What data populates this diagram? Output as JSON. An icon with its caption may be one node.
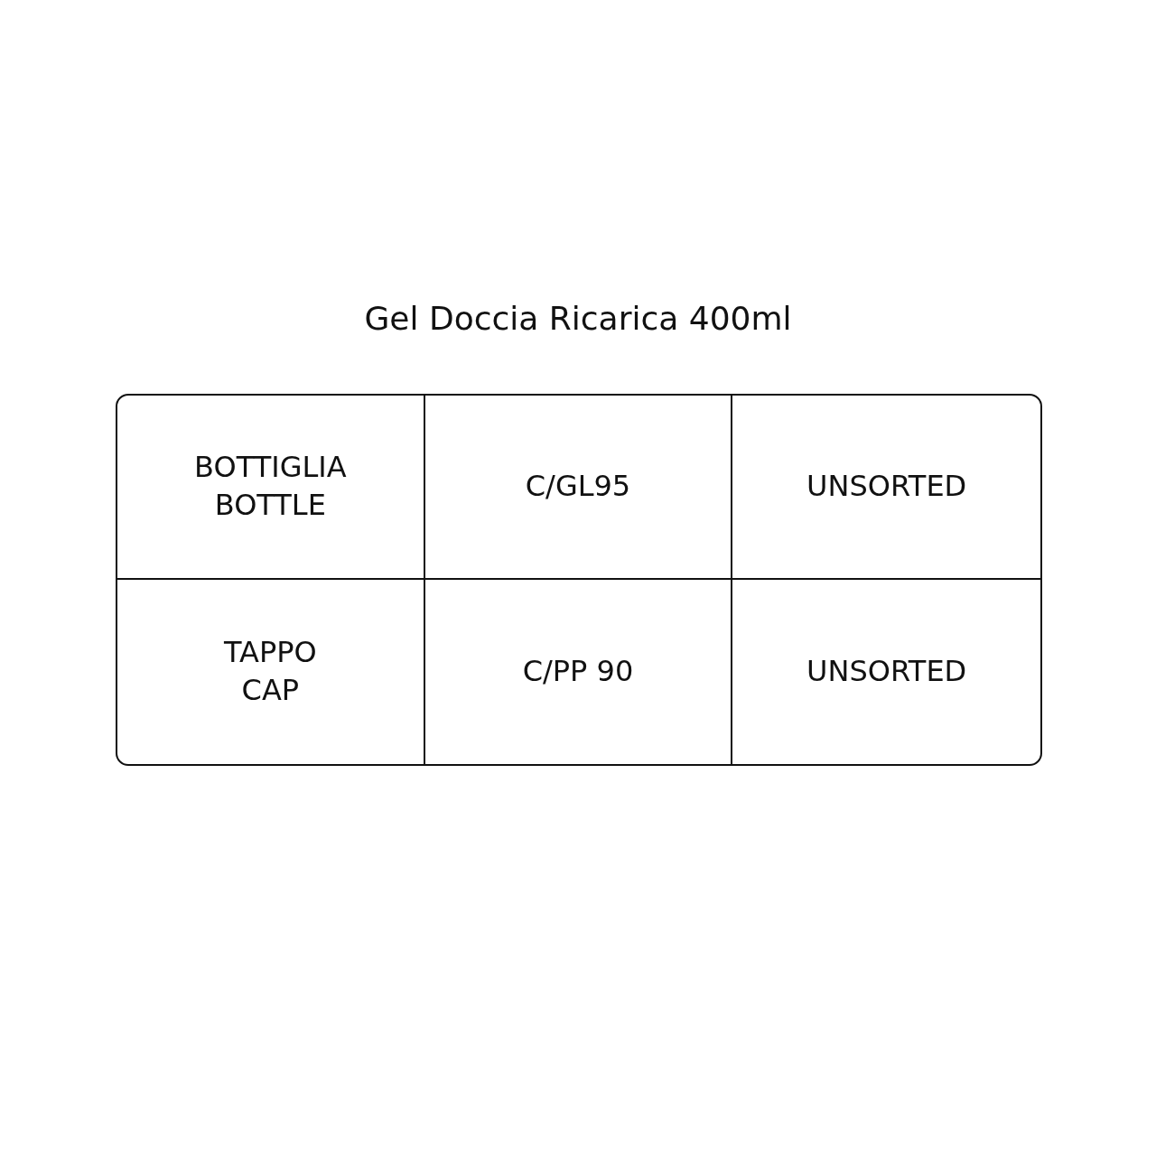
{
  "diagram": {
    "title": "Gel Doccia Ricarica 400ml",
    "labels": [
      "BOTTIGLIA BOTTLE",
      "C/GL95",
      "UNSORTED",
      "TAPPO CAP",
      "C/PP 90",
      "UNSORTED"
    ]
  }
}
